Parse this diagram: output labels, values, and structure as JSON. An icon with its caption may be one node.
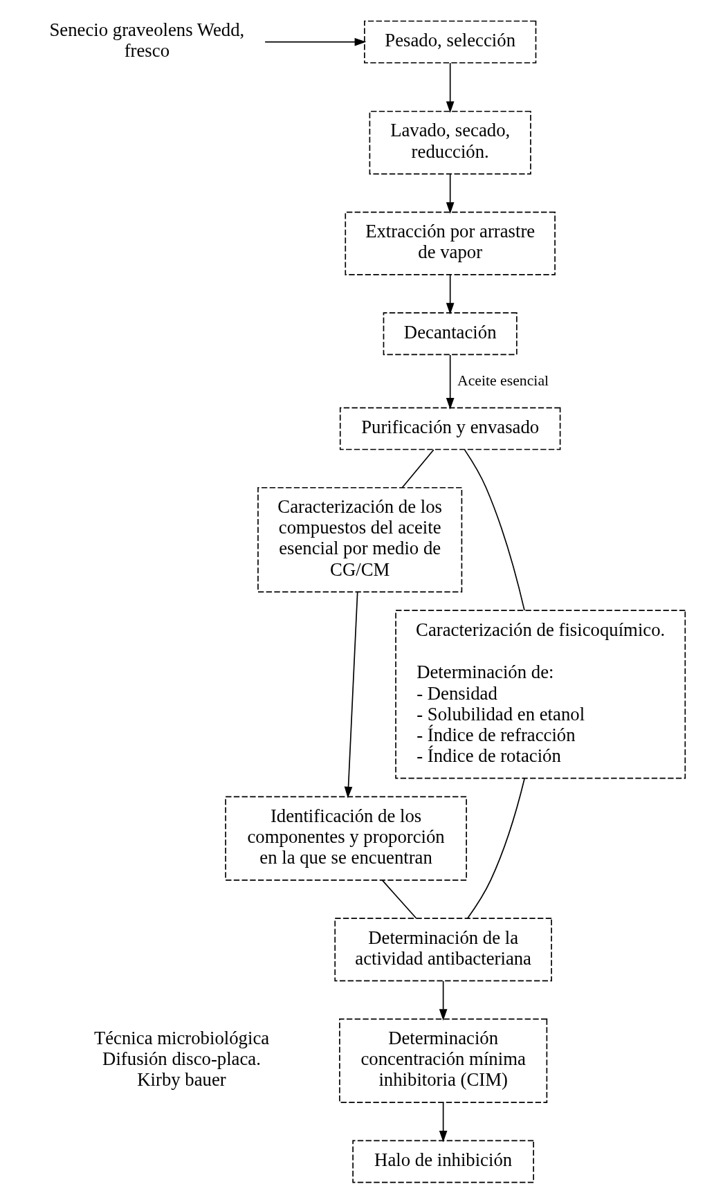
{
  "diagram": {
    "nodes": [
      {
        "text": [
          "Senecio graveolens Wedd, fresco"
        ]
      },
      {
        "text": [
          "Pesado, selección"
        ]
      },
      {
        "text": [
          "Lavado, secado, reducción."
        ]
      },
      {
        "text": [
          "Extracción por arrastre de vapor"
        ]
      },
      {
        "text": [
          "Decantación"
        ]
      },
      {
        "text": [
          "Purificación y envasado"
        ]
      },
      {
        "text": [
          "Caracterización de los compuestos del aceite esencial por medio de CG/CM"
        ]
      },
      {
        "text": [
          "Caracterización de fisicoquímico.",
          "Determinación de:",
          "- Densidad",
          "- Solubilidad en etanol",
          "- Índice de refracción",
          "- Índice de rotación"
        ]
      },
      {
        "text": [
          "Identificación de los componentes y proporción en la que se encuentran"
        ]
      },
      {
        "text": [
          "Determinación de la actividad antibacteriana"
        ]
      },
      {
        "text": [
          "Determinación concentración mínima inhibitoria (CIM)"
        ],
        "beside": [
          "Técnica microbiológica Difusión disco-placa. Kirby bauer"
        ]
      },
      {
        "text": [
          "Halo de inhibición"
        ]
      }
    ],
    "edges": [
      {
        "from": 0,
        "to": 1,
        "arrow": "to"
      },
      {
        "from": 1,
        "to": 2,
        "arrow": "to"
      },
      {
        "from": 2,
        "to": 3,
        "arrow": "to"
      },
      {
        "from": 3,
        "to": 4,
        "arrow": "to"
      },
      {
        "from": 4,
        "to": 5,
        "arrow": "to",
        "label": "Aceite esencial"
      },
      {
        "from": 5,
        "to": 6,
        "arrow": "none"
      },
      {
        "from": 5,
        "to": 7,
        "arrow": "none"
      },
      {
        "from": 6,
        "to": 8,
        "arrow": "to"
      },
      {
        "from": 8,
        "to": 9,
        "arrow": "none"
      },
      {
        "from": 7,
        "to": 9,
        "arrow": "none"
      },
      {
        "from": 9,
        "to": 10,
        "arrow": "to"
      },
      {
        "from": 10,
        "to": 11,
        "arrow": "to"
      }
    ]
  }
}
